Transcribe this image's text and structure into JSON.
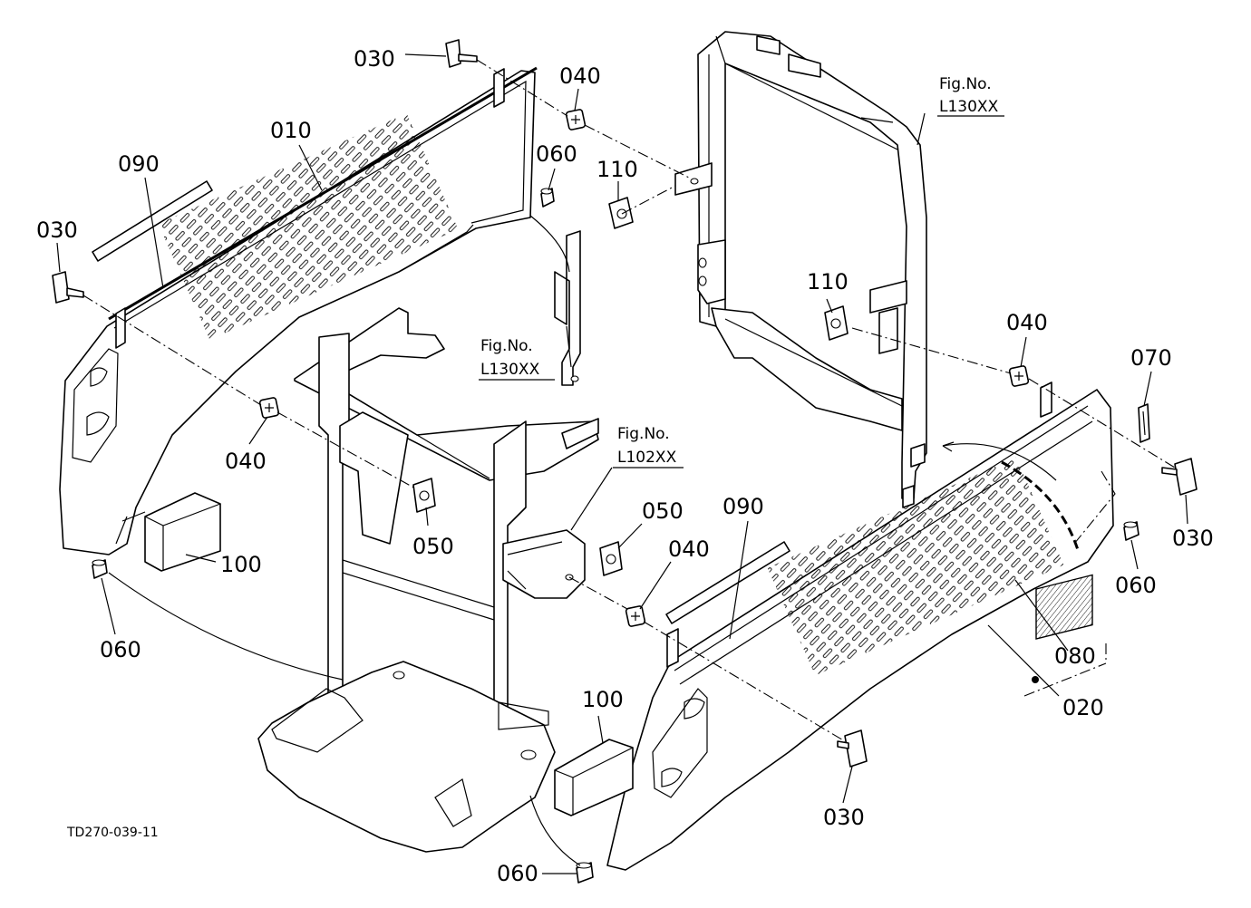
{
  "callouts": {
    "c030_top": "030",
    "c040_top": "040",
    "c010": "010",
    "c090_left": "090",
    "c060_top": "060",
    "c110_top": "110",
    "c030_left": "030",
    "c040_left": "040",
    "c050_left": "050",
    "c100_left": "100",
    "c060_left": "060",
    "c110_mid": "110",
    "c040_right": "040",
    "c070": "070",
    "c030_right": "030",
    "c050_mid": "050",
    "c040_mid": "040",
    "c090_right": "090",
    "c060_right": "060",
    "c080": "080",
    "c020": "020",
    "c100_bottom": "100",
    "c030_bottom": "030",
    "c060_bottom": "060"
  },
  "figure_refs": {
    "ref1_line1": "Fig.No.",
    "ref1_line2": "L130XX",
    "ref2_line1": "Fig.No.",
    "ref2_line2": "L130XX",
    "ref3_line1": "Fig.No.",
    "ref3_line2": "L102XX"
  },
  "drawing_code": "TD270-039-11"
}
